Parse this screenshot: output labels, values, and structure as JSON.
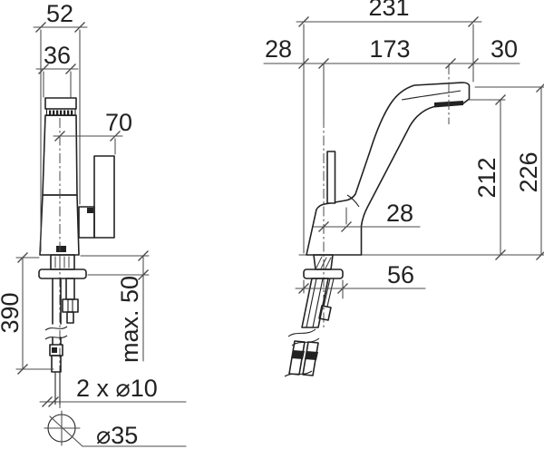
{
  "colors": {
    "ink": "#222222",
    "thin": "#4a4a4a",
    "bg": "#ffffff"
  },
  "dims": {
    "front": {
      "overall_width": "52",
      "spout_width": "36",
      "handle_reach": "70",
      "riser_length": "390",
      "max_thickness": "max. 50",
      "hose_note": "2 x ⌀10",
      "hole_note": "⌀35"
    },
    "side": {
      "total_depth": "231",
      "seg_back": "28",
      "seg_mid": "173",
      "seg_front": "30",
      "height_aerator": "212",
      "height_total": "226",
      "axis_offset": "28",
      "flange_depth": "56"
    }
  }
}
